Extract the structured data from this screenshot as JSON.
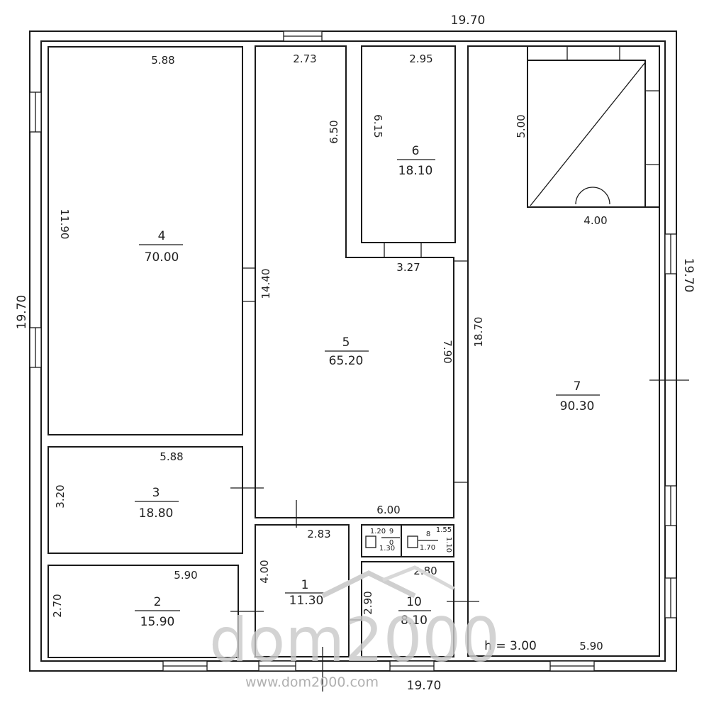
{
  "outer_dims": {
    "top": "19.70",
    "bottom": "19.70",
    "left": "19.70",
    "right": "19.70"
  },
  "rooms": [
    {
      "id": "4",
      "area": "70.00",
      "dims": [
        "5.88",
        "11.90"
      ]
    },
    {
      "id": "3",
      "area": "18.80",
      "dims": [
        "5.88",
        "3.20"
      ]
    },
    {
      "id": "2",
      "area": "15.90",
      "dims": [
        "5.90",
        "2.70"
      ]
    },
    {
      "id": "5",
      "area": "65.20",
      "dims": [
        "2.73",
        "6.50",
        "14.40",
        "3.27",
        "7.90",
        "6.00"
      ]
    },
    {
      "id": "6",
      "area": "18.10",
      "dims": [
        "2.95",
        "6.15"
      ]
    },
    {
      "id": "1",
      "area": "11.30",
      "dims": [
        "2.83",
        "4.00"
      ]
    },
    {
      "id": "9",
      "area": "0",
      "dims": [
        "1.20",
        "1.30"
      ]
    },
    {
      "id": "8",
      "area": "1.70",
      "dims": [
        "1.55",
        "1.10"
      ]
    },
    {
      "id": "10",
      "area": "8.10",
      "dims": [
        "2.80",
        "2.90"
      ]
    },
    {
      "id": "7",
      "area": "90.30",
      "dims": [
        "18.70",
        "5.00",
        "4.00",
        "5.90"
      ]
    }
  ],
  "height_note": "h = 3.00",
  "watermark": {
    "logo": "dom2000",
    "url": "www.dom2000.com"
  }
}
